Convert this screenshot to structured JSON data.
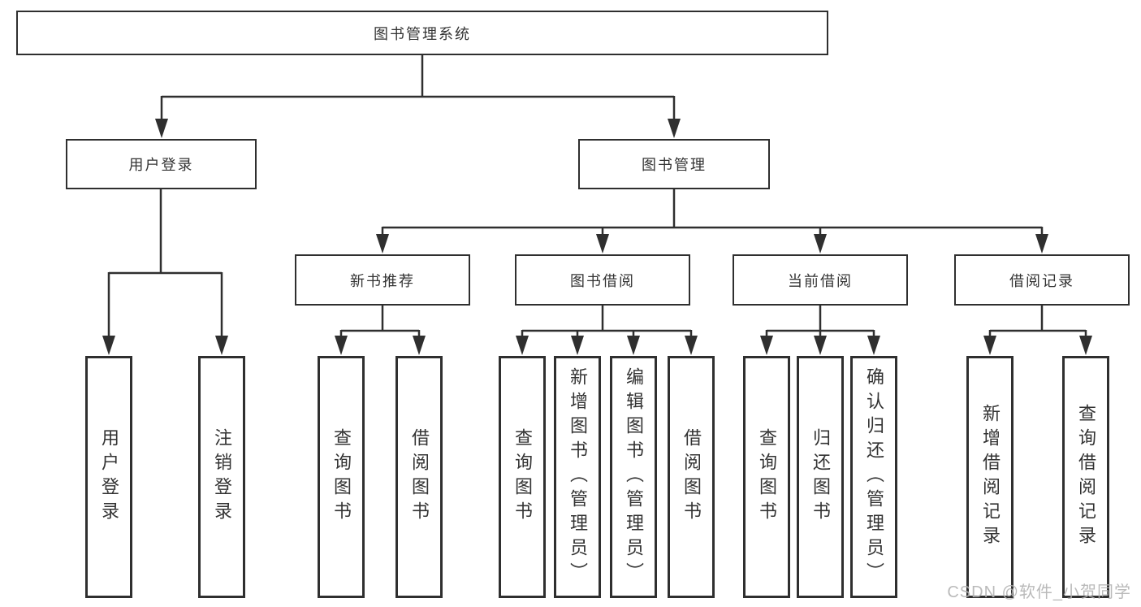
{
  "colors": {
    "line": "#2f2f2f",
    "box_border": "#2f2f2f",
    "text": "#333333",
    "watermark": "#b3b3b3",
    "background": "#ffffff"
  },
  "watermark": "CSDN @软件_小贺同学",
  "tree": {
    "label": "图书管理系统",
    "children": [
      {
        "label": "用户登录",
        "children": [
          {
            "label": "用户登录"
          },
          {
            "label": "注销登录"
          }
        ]
      },
      {
        "label": "图书管理",
        "children": [
          {
            "label": "新书推荐",
            "children": [
              {
                "label": "查询图书"
              },
              {
                "label": "借阅图书"
              }
            ]
          },
          {
            "label": "图书借阅",
            "children": [
              {
                "label": "查询图书"
              },
              {
                "label": "新增图书（管理员）"
              },
              {
                "label": "编辑图书（管理员）"
              },
              {
                "label": "借阅图书"
              }
            ]
          },
          {
            "label": "当前借阅",
            "children": [
              {
                "label": "查询图书"
              },
              {
                "label": "归还图书"
              },
              {
                "label": "确认归还（管理员）"
              }
            ]
          },
          {
            "label": "借阅记录",
            "children": [
              {
                "label": "新增借阅记录"
              },
              {
                "label": "查询借阅记录"
              }
            ]
          }
        ]
      }
    ]
  }
}
